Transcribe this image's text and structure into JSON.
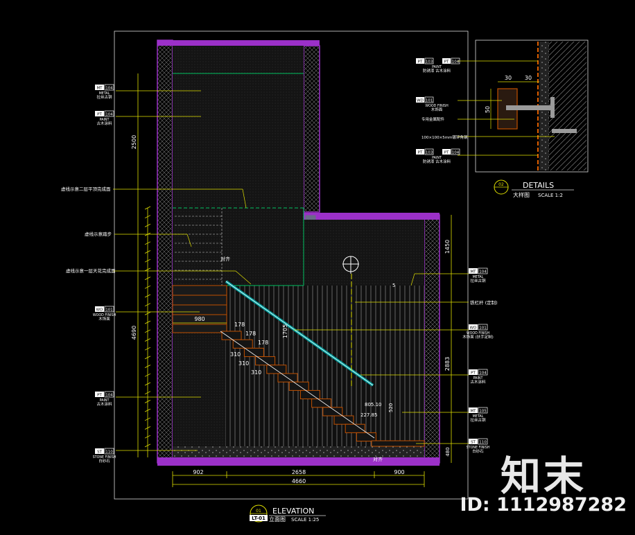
{
  "elevation": {
    "badge_num": "01",
    "badge_code": "LT-01",
    "title": "ELEVATION",
    "subtitle": "立面图",
    "scale": "SCALE  1:25"
  },
  "details": {
    "badge_num": "02",
    "title": "DETAILS",
    "subtitle": "大样图",
    "scale": "SCALE  1:2",
    "dim_top_left": "30",
    "dim_top_right": "30",
    "dim_side": "50"
  },
  "dims": {
    "bottom_left": "902",
    "bottom_mid": "2658",
    "bottom_right": "900",
    "bottom_total": "4660",
    "left_upper": "2500",
    "left_total": "4690",
    "right_upper": "1450",
    "right_mid": "2883",
    "right_low": "480",
    "landing": "980",
    "rail": "1705",
    "treads": [
      "310",
      "310",
      "310"
    ],
    "risers": [
      "178",
      "178",
      "178"
    ],
    "small_a": "227.85",
    "small_b": "805.10",
    "small_c": "520",
    "small_d": "5"
  },
  "labels_left": [
    {
      "code": "MT",
      "num": "104",
      "en": "METAL",
      "cn": "拉丝古铜"
    },
    {
      "code": "PT",
      "num": "104",
      "en": "PAINT",
      "cn": "古木涂料"
    },
    {
      "code": "WD",
      "num": "101",
      "en": "WOOD FINISH",
      "cn": "木饰面"
    },
    {
      "code": "PT",
      "num": "104",
      "en": "PAINT",
      "cn": "古木涂料"
    },
    {
      "code": "ST",
      "num": "110",
      "en": "STONE FINISH",
      "cn": "白砂石"
    }
  ],
  "notes_left": [
    "虚线示意二层平顶完成面",
    "虚线示意踏步",
    "虚线示意一层天花完成面"
  ],
  "labels_right": [
    {
      "code": "MT",
      "num": "104",
      "en": "METAL",
      "cn": "拉丝古铜"
    },
    {
      "code": "WD",
      "num": "101",
      "en": "WOOD FINISH",
      "cn": "木饰面 (扶手定制)"
    },
    {
      "code": "PT",
      "num": "104",
      "en": "PAINT",
      "cn": "古木涂料"
    },
    {
      "code": "MT",
      "num": "105",
      "en": "METAL",
      "cn": "拉丝古铜"
    },
    {
      "code": "ST",
      "num": "110",
      "en": "STONE FINISH",
      "cn": "白砂石"
    }
  ],
  "note_right": "铁栏杆 (定制)",
  "detail_labels": [
    {
      "code": "PT",
      "num": "103",
      "num2": "104",
      "en": "PAINT",
      "cn": "防锈漆 古木涂料"
    },
    {
      "code": "WD",
      "num": "101",
      "en": "WOOD FINISH",
      "cn": "木饰面"
    },
    {
      "code": "",
      "num": "",
      "en": "",
      "cn": "专用金属配件"
    },
    {
      "code": "",
      "num": "",
      "en": "",
      "cn": "100×100×5mm镀锌角钢"
    },
    {
      "code": "PT",
      "num": "103",
      "num2": "104",
      "en": "PAINT",
      "cn": "防锈漆 古木涂料"
    }
  ],
  "small_notes": [
    "对齐",
    "对齐"
  ],
  "watermark": {
    "brand": "知末",
    "id": "ID: 1112987282"
  },
  "colors": {
    "wall": "#9b30c8",
    "dim": "#e0e000",
    "line": "#ffffff",
    "green": "#00c060",
    "stair": "#c05000",
    "rail": "#00a0a0"
  }
}
